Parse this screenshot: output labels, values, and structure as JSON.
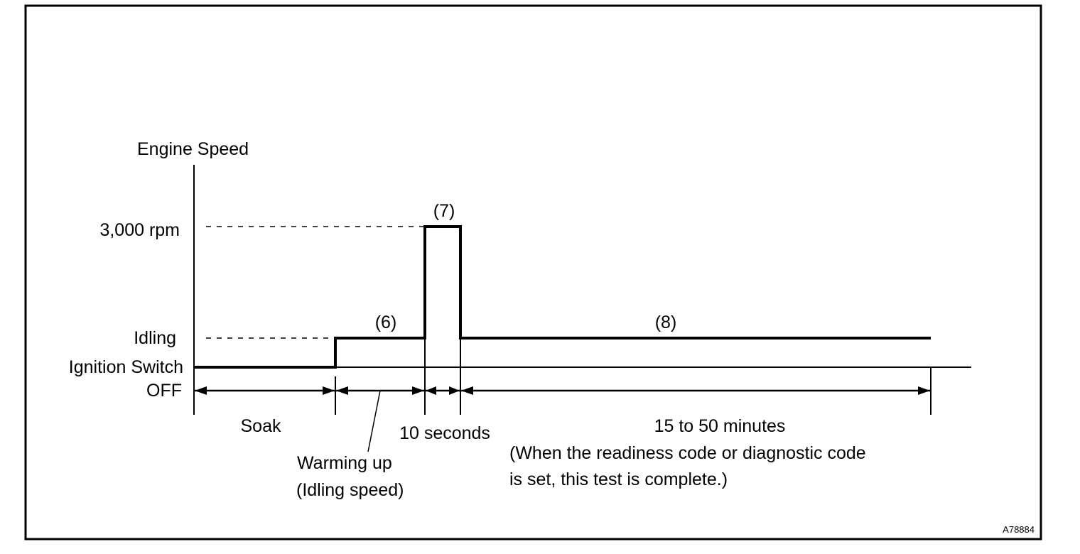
{
  "diagram": {
    "y_axis_label": "Engine Speed",
    "levels": {
      "high": "3,000 rpm",
      "idle": "Idling",
      "off_line1": "Ignition Switch",
      "off_line2": "OFF"
    },
    "steps": {
      "warm": "(6)",
      "rev": "(7)",
      "drive": "(8)"
    },
    "phases": {
      "soak": "Soak",
      "warm_line1": "Warming up",
      "warm_line2": "(Idling speed)",
      "rev": "10 seconds",
      "drive": "15 to 50 minutes",
      "drive_note_line1": "(When the readiness code or diagnostic code",
      "drive_note_line2": "is set, this test is complete.)"
    },
    "figure_ref": "A78884"
  }
}
